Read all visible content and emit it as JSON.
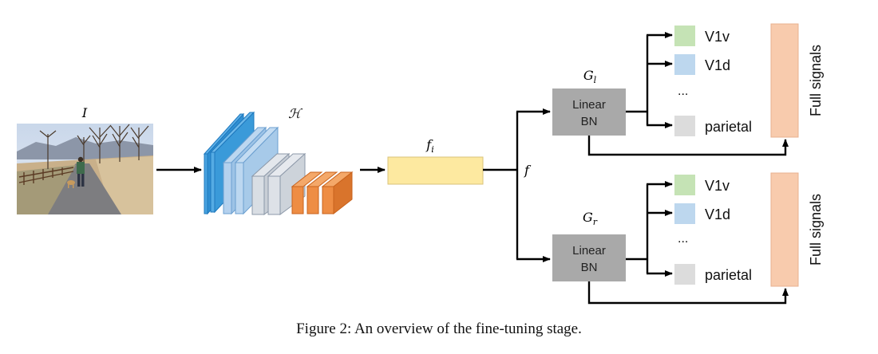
{
  "labels": {
    "image": "I",
    "encoder": "ℋ",
    "feature_i": "f",
    "feature_i_sub": "i",
    "feature": "f",
    "head_left": "G",
    "head_left_sub": "l",
    "head_right": "G",
    "head_right_sub": "r"
  },
  "heads": [
    {
      "block_line1": "Linear",
      "block_line2": "BN",
      "outputs": [
        "V1v",
        "V1d",
        "...",
        "parietal"
      ],
      "output_colors": [
        "#c5e3b5",
        "#bdd7ee",
        "#ffffff",
        "#dcdcdc"
      ],
      "full_signals": "Full signals"
    },
    {
      "block_line1": "Linear",
      "block_line2": "BN",
      "outputs": [
        "V1v",
        "V1d",
        "...",
        "parietal"
      ],
      "output_colors": [
        "#c5e3b5",
        "#bdd7ee",
        "#ffffff",
        "#dcdcdc"
      ],
      "full_signals": "Full signals"
    }
  ],
  "colors": {
    "block_gray": "#a9a9a9",
    "feature_box": "#fde9a0",
    "full_signals_bar": "#f8cbad",
    "encoder_blue": "#3a9ad9",
    "encoder_lightblue": "#9dc3e6",
    "encoder_gray": "#d0d5dc",
    "encoder_orange": "#e8843a"
  },
  "caption": "Figure 2: An overview of the fine-tuning stage."
}
